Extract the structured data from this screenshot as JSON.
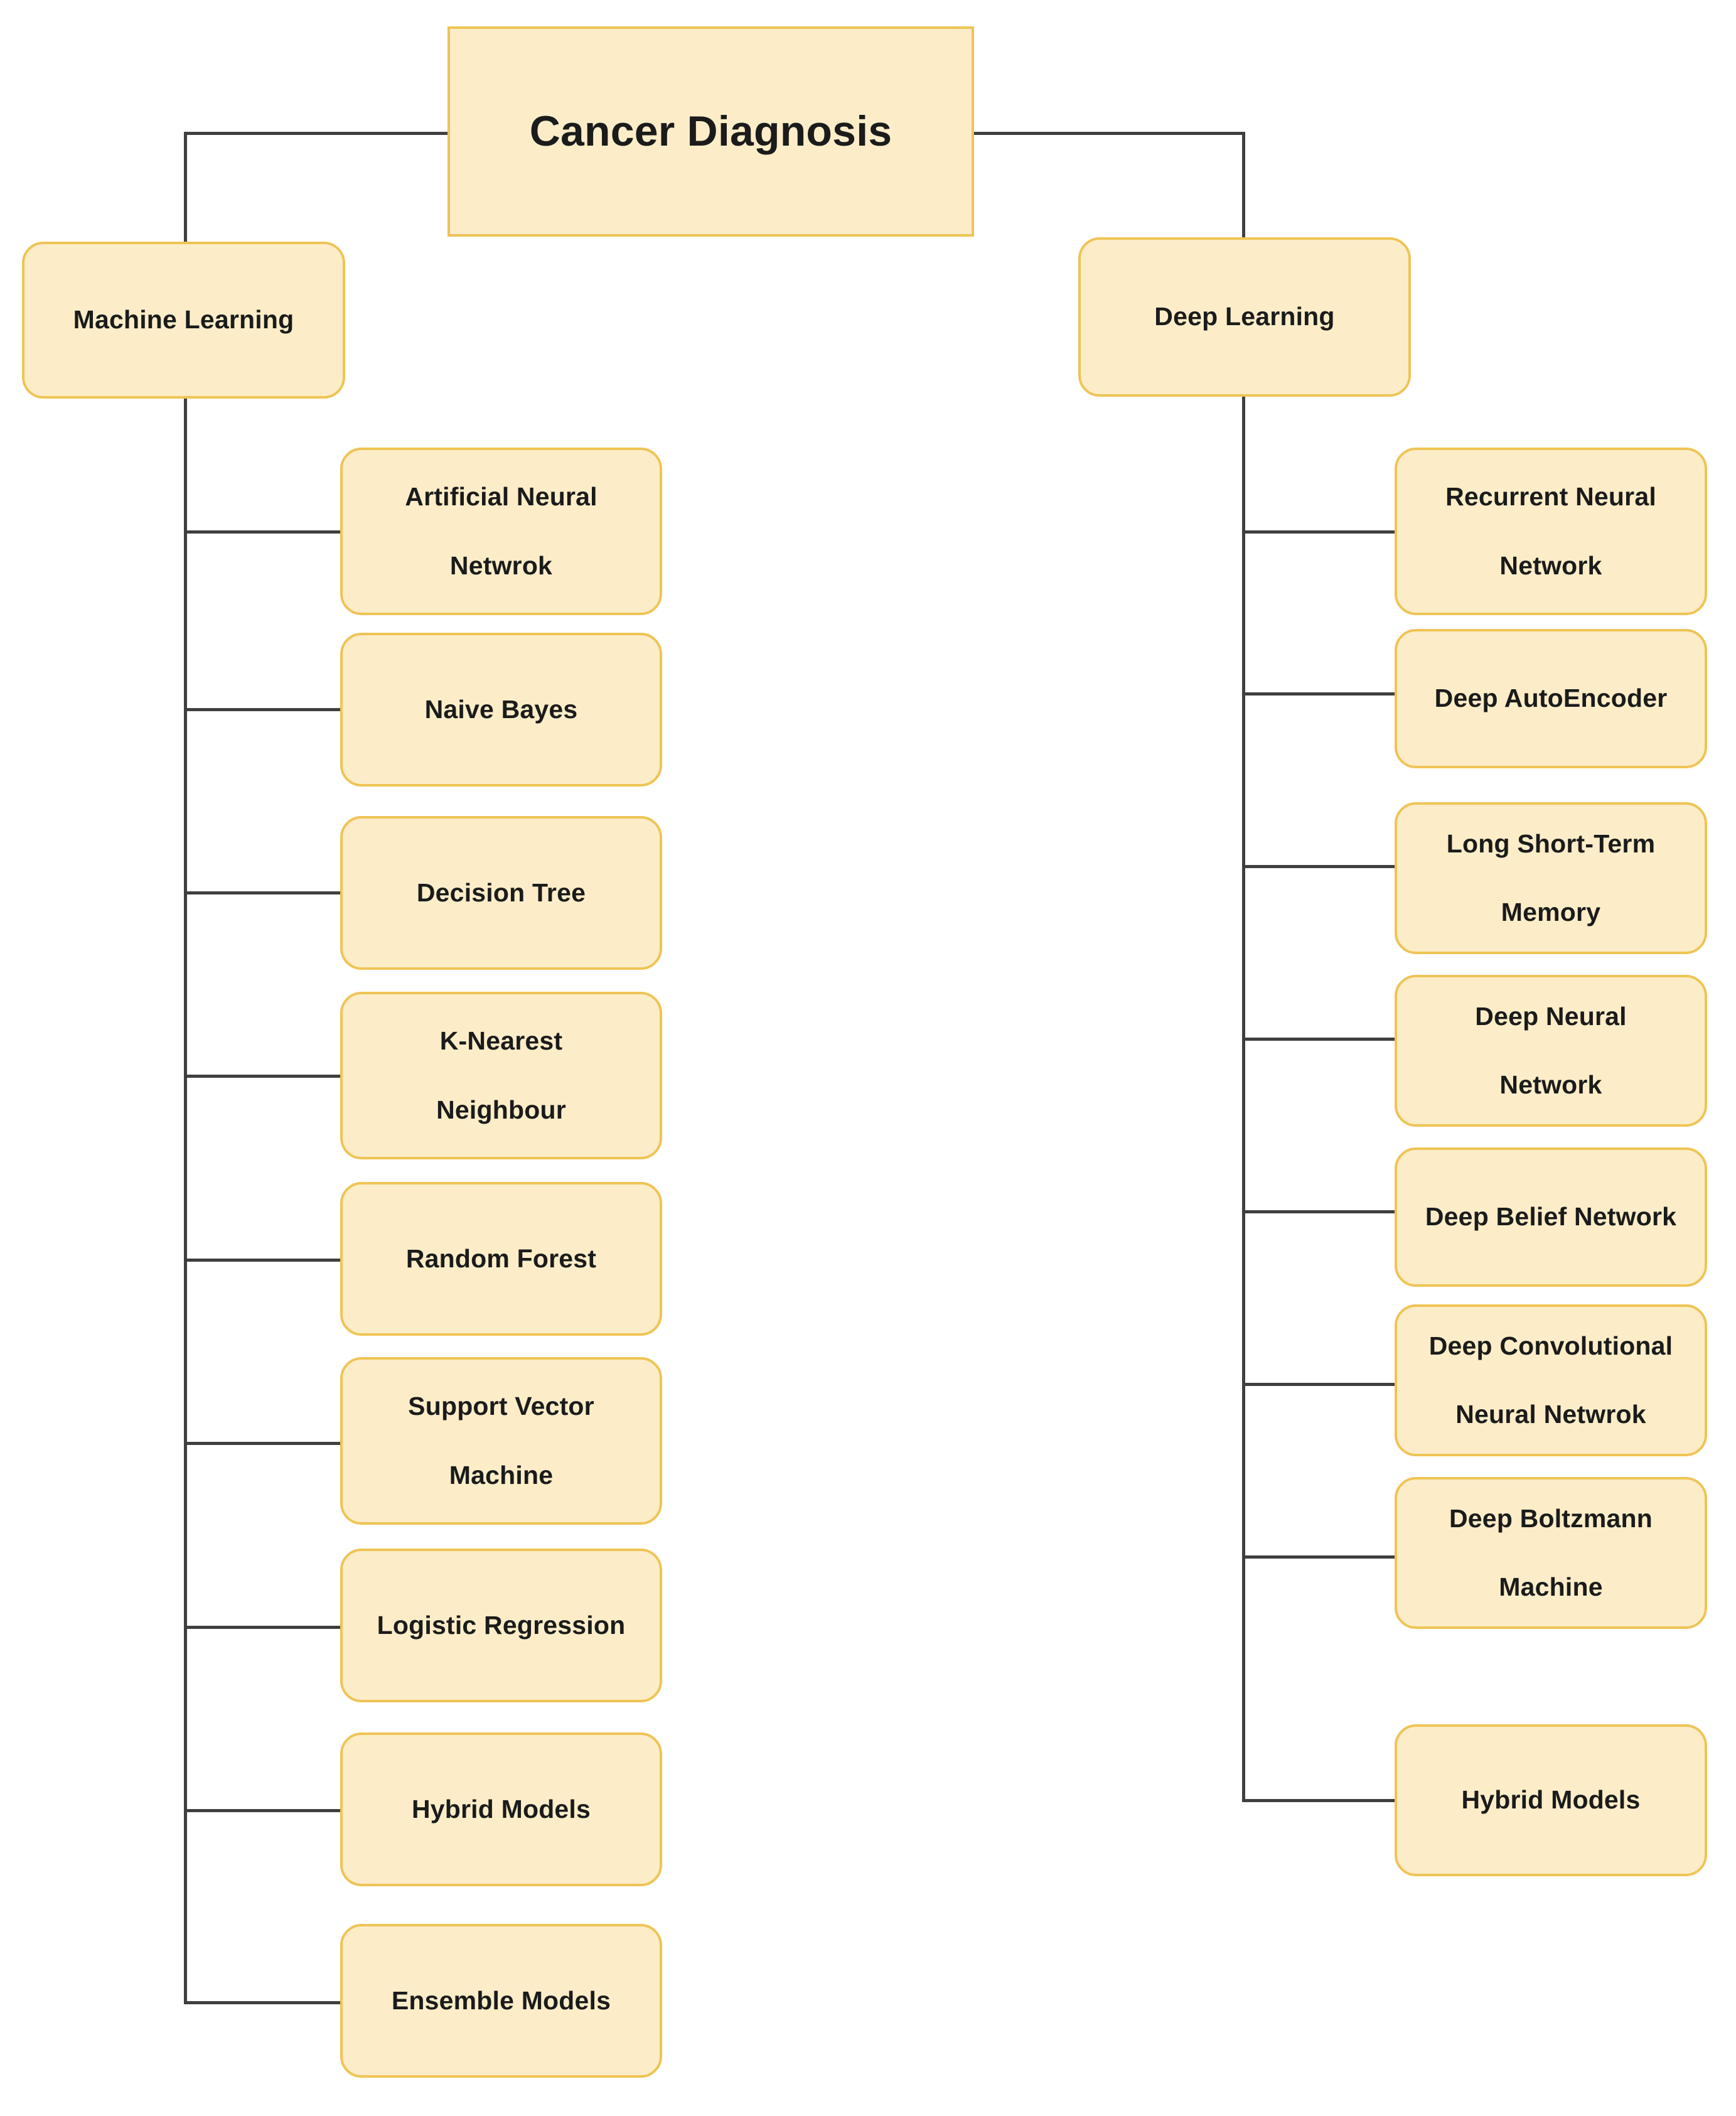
{
  "diagram": {
    "title": "Cancer Diagnosis",
    "type": "tree",
    "colors": {
      "node_fill": "#FCEDC8",
      "node_border": "#EFC455",
      "connector": "#3F3F3F",
      "text": "#1B1B1B",
      "background": "#FFFFFF"
    },
    "root": {
      "label": "Cancer Diagnosis"
    },
    "branches": [
      {
        "id": "machine-learning",
        "label": "Machine Learning",
        "children": [
          {
            "line1": "Artificial Neural",
            "line2": "Netwrok",
            "label": "Artificial Neural Netwrok"
          },
          {
            "line1": "Naive Bayes",
            "line2": "",
            "label": "Naive Bayes"
          },
          {
            "line1": "Decision Tree",
            "line2": "",
            "label": "Decision Tree"
          },
          {
            "line1": "K-Nearest",
            "line2": "Neighbour",
            "label": "K-Nearest Neighbour"
          },
          {
            "line1": "Random Forest",
            "line2": "",
            "label": "Random Forest"
          },
          {
            "line1": "Support Vector",
            "line2": "Machine",
            "label": "Support Vector Machine"
          },
          {
            "line1": "Logistic Regression",
            "line2": "",
            "label": "Logistic Regression"
          },
          {
            "line1": "Hybrid Models",
            "line2": "",
            "label": "Hybrid Models"
          },
          {
            "line1": "Ensemble Models",
            "line2": "",
            "label": "Ensemble Models"
          }
        ]
      },
      {
        "id": "deep-learning",
        "label": "Deep Learning",
        "children": [
          {
            "line1": "Recurrent Neural",
            "line2": "Network",
            "label": "Recurrent Neural Network"
          },
          {
            "line1": "Deep AutoEncoder",
            "line2": "",
            "label": "Deep AutoEncoder"
          },
          {
            "line1": "Long Short-Term",
            "line2": "Memory",
            "label": "Long Short-Term Memory"
          },
          {
            "line1": "Deep Neural",
            "line2": "Network",
            "label": "Deep Neural Network"
          },
          {
            "line1": "Deep Belief Network",
            "line2": "",
            "label": "Deep Belief Network"
          },
          {
            "line1": "Deep Convolutional",
            "line2": "Neural Netwrok",
            "label": "Deep Convolutional Neural Netwrok"
          },
          {
            "line1": "Deep Boltzmann",
            "line2": "Machine",
            "label": "Deep Boltzmann Machine"
          },
          {
            "line1": "Hybrid Models",
            "line2": "",
            "label": "Hybrid Models"
          }
        ]
      }
    ]
  }
}
